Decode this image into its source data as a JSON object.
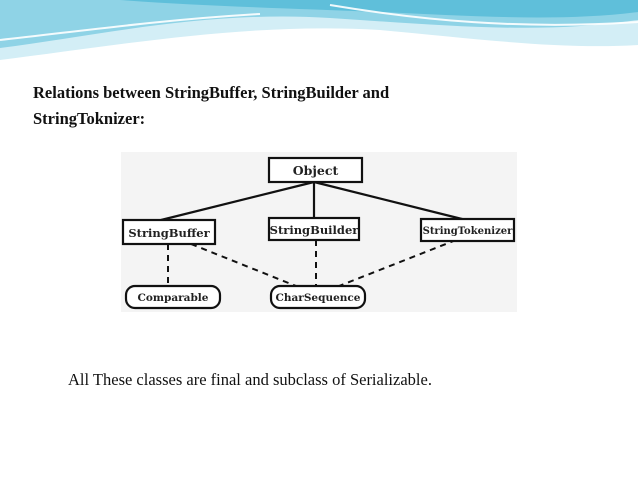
{
  "slide": {
    "heading_line1": "Relations  between StringBuffer, StringBuilder and",
    "heading_line2": "StringToknizer:",
    "footer_text": "All These classes are final and subclass of Serializable."
  },
  "diagram": {
    "nodes": {
      "object": "Object",
      "string_buffer": "StringBuffer",
      "string_builder": "StringBuilder",
      "string_tokenizer": "StringTokenizer",
      "comparable": "Comparable",
      "char_sequence": "CharSequence"
    }
  },
  "colors": {
    "wave_light": "#d3eef6",
    "wave_mid": "#8fd3e6",
    "wave_dark": "#3fa9c9",
    "diagram_bg": "#f4f4f4",
    "line": "#111111"
  }
}
